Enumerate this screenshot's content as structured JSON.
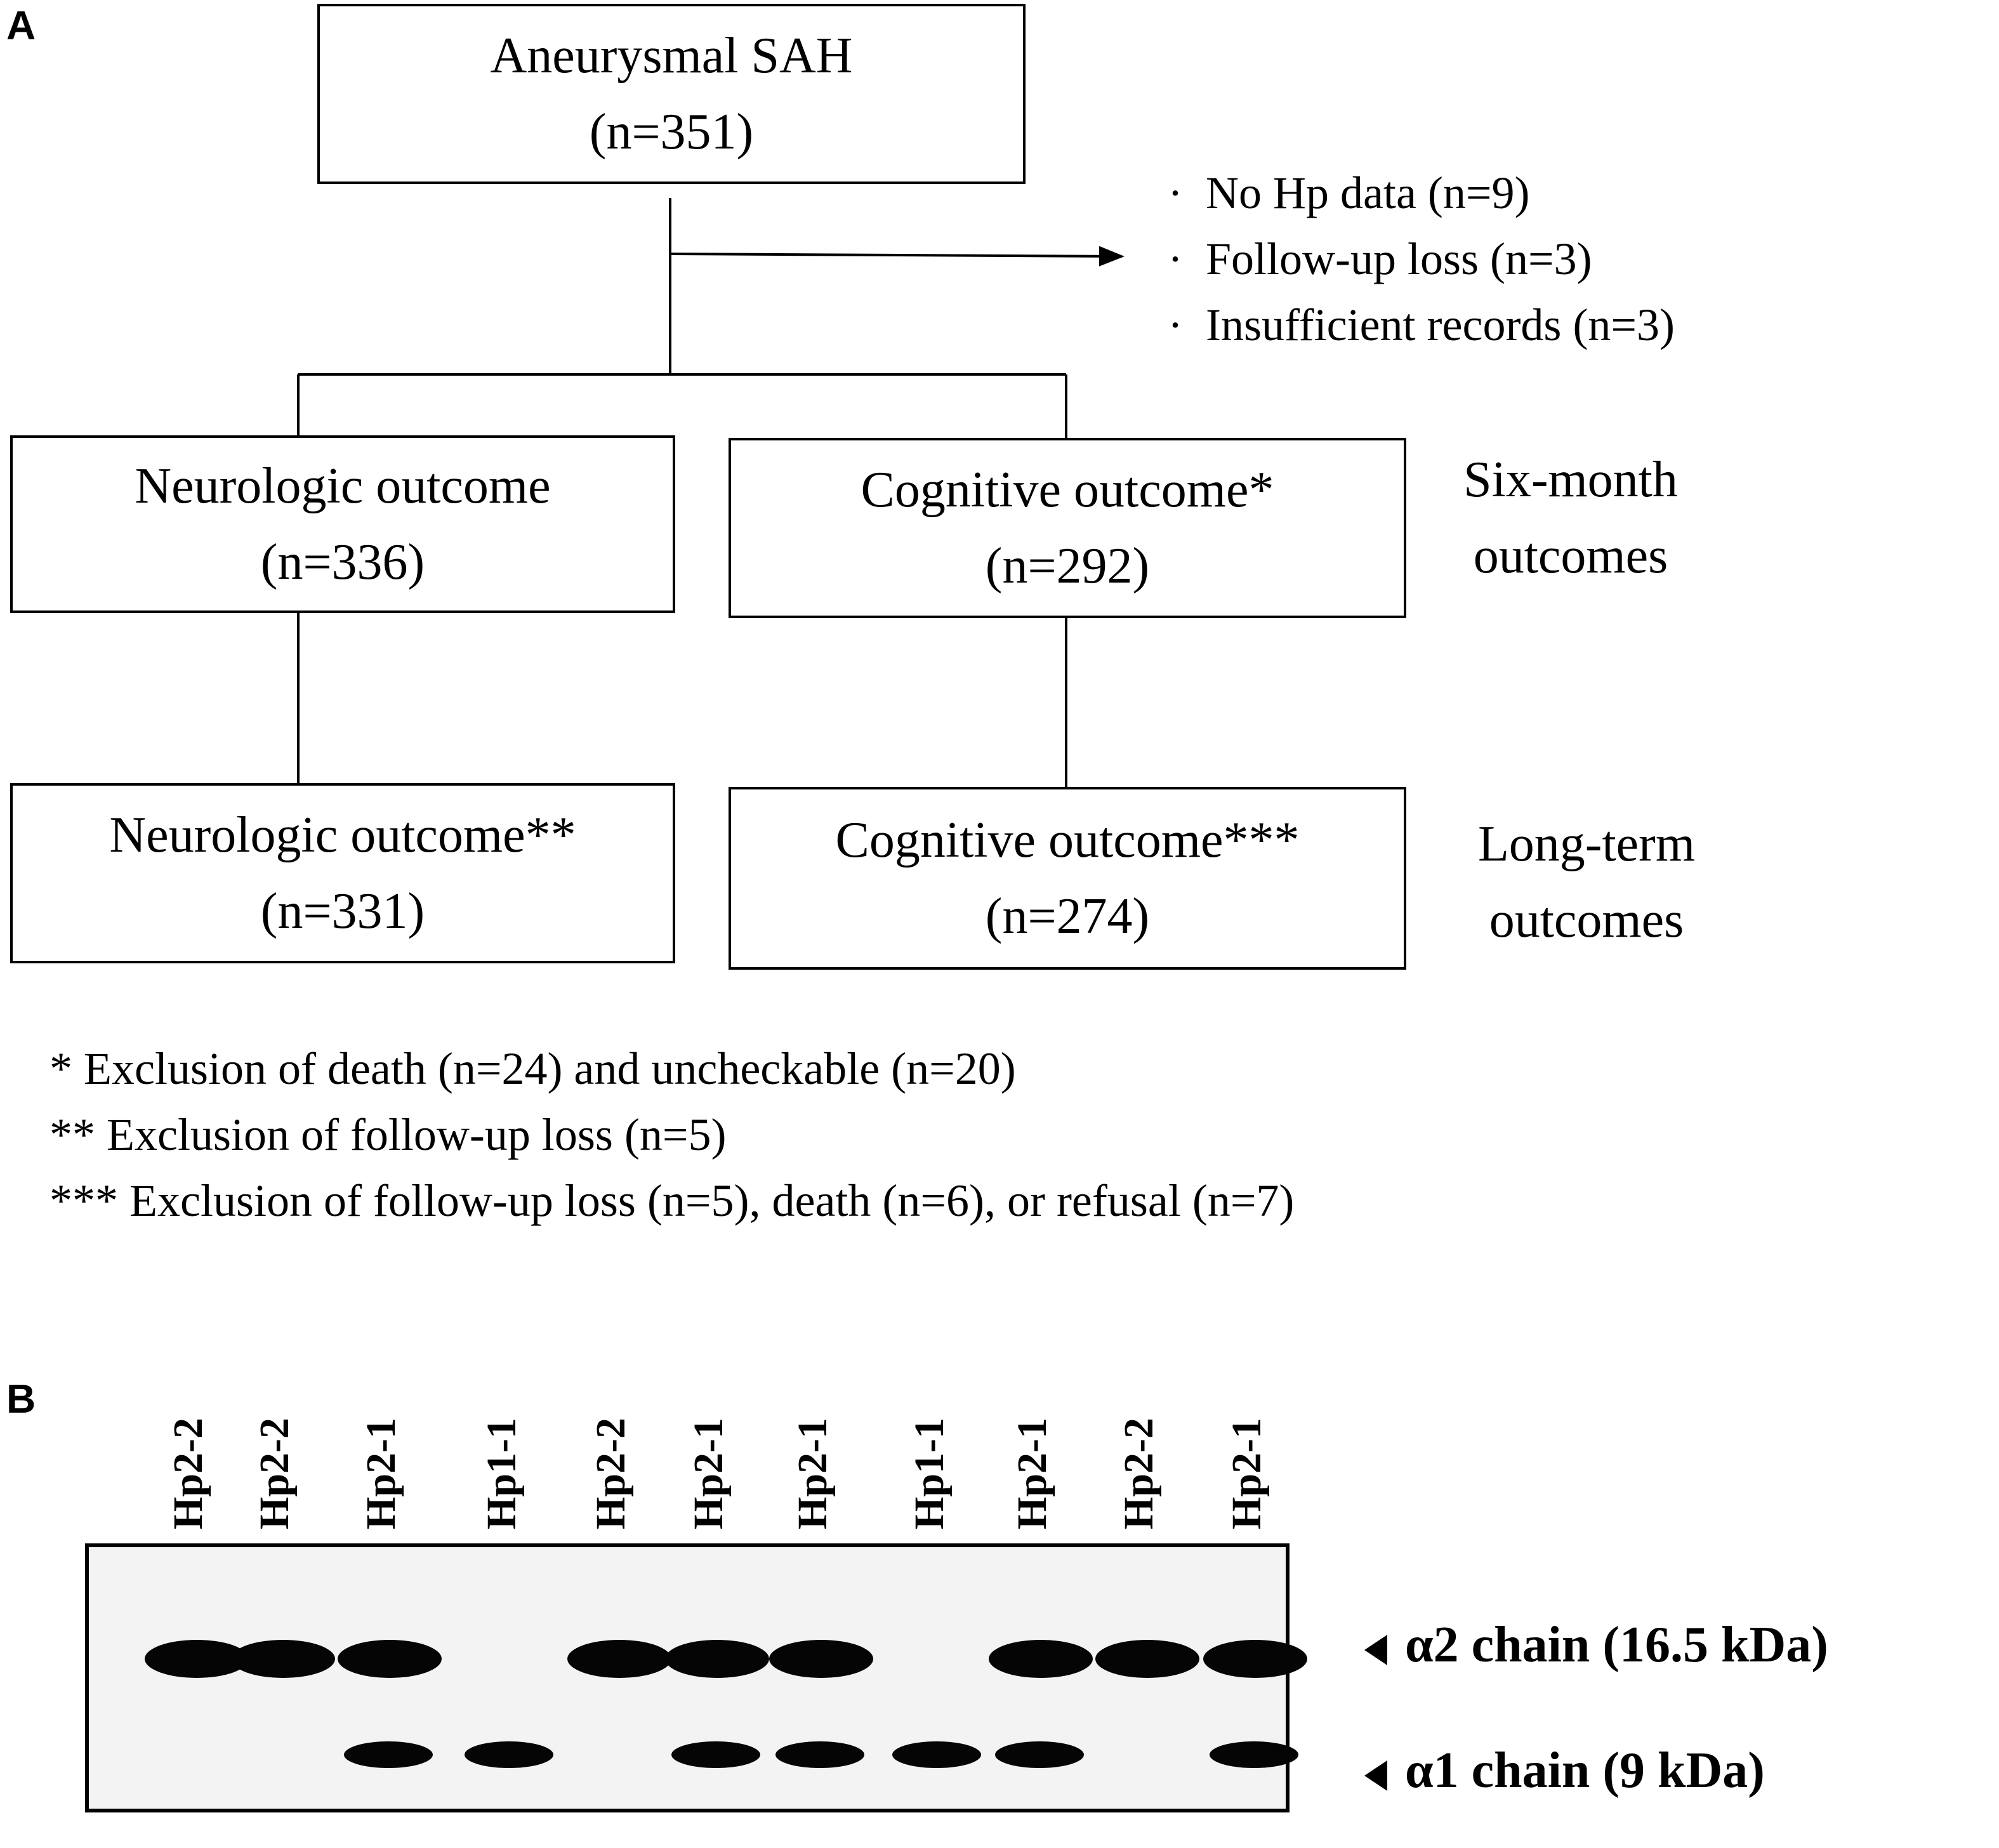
{
  "panel_a": {
    "label": "A",
    "top_box": {
      "title": "Aneurysmal SAH",
      "n": "(n=351)"
    },
    "exclusions": [
      "No Hp data (n=9)",
      "Follow-up loss (n=3)",
      "Insufficient records (n=3)"
    ],
    "six_month": {
      "neuro": {
        "title": "Neurologic outcome",
        "n": "(n=336)"
      },
      "cog": {
        "title": "Cognitive outcome*",
        "n": "(n=292)"
      },
      "label_line1": "Six-month",
      "label_line2": "outcomes"
    },
    "long_term": {
      "neuro": {
        "title": "Neurologic outcome**",
        "n": "(n=331)"
      },
      "cog": {
        "title": "Cognitive outcome***",
        "n": "(n=274)"
      },
      "label_line1": "Long-term",
      "label_line2": "outcomes"
    },
    "notes": [
      "* Exclusion of death (n=24) and uncheckable (n=20)",
      "** Exclusion of follow-up loss (n=5)",
      "*** Exclusion of follow-up loss (n=5), death (n=6), or refusal (n=7)"
    ]
  },
  "panel_b": {
    "label": "B",
    "lanes": [
      "Hp2-2",
      "Hp2-2",
      "Hp2-1",
      "Hp1-1",
      "Hp2-2",
      "Hp2-1",
      "Hp2-1",
      "Hp1-1",
      "Hp2-1",
      "Hp2-2",
      "Hp2-1"
    ],
    "band_alpha2": "α2 chain (16.5 kDa)",
    "band_alpha1": "α1 chain (9 kDa)",
    "alpha2_present": [
      true,
      true,
      true,
      false,
      true,
      true,
      true,
      false,
      true,
      true,
      true
    ],
    "alpha1_present": [
      false,
      false,
      true,
      true,
      false,
      true,
      true,
      true,
      true,
      false,
      true
    ]
  }
}
